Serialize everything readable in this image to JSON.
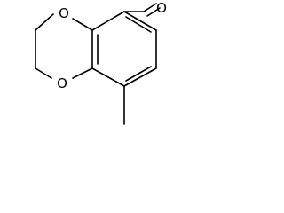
{
  "structure": {
    "atoms": {
      "ring_oxygen_top": "O",
      "ring_oxygen_left": "O",
      "aldehyde_oxygen": "O"
    },
    "substituents": [
      "aldehyde",
      "methyl"
    ],
    "rings": [
      "benzene",
      "1,4-dioxane"
    ]
  }
}
